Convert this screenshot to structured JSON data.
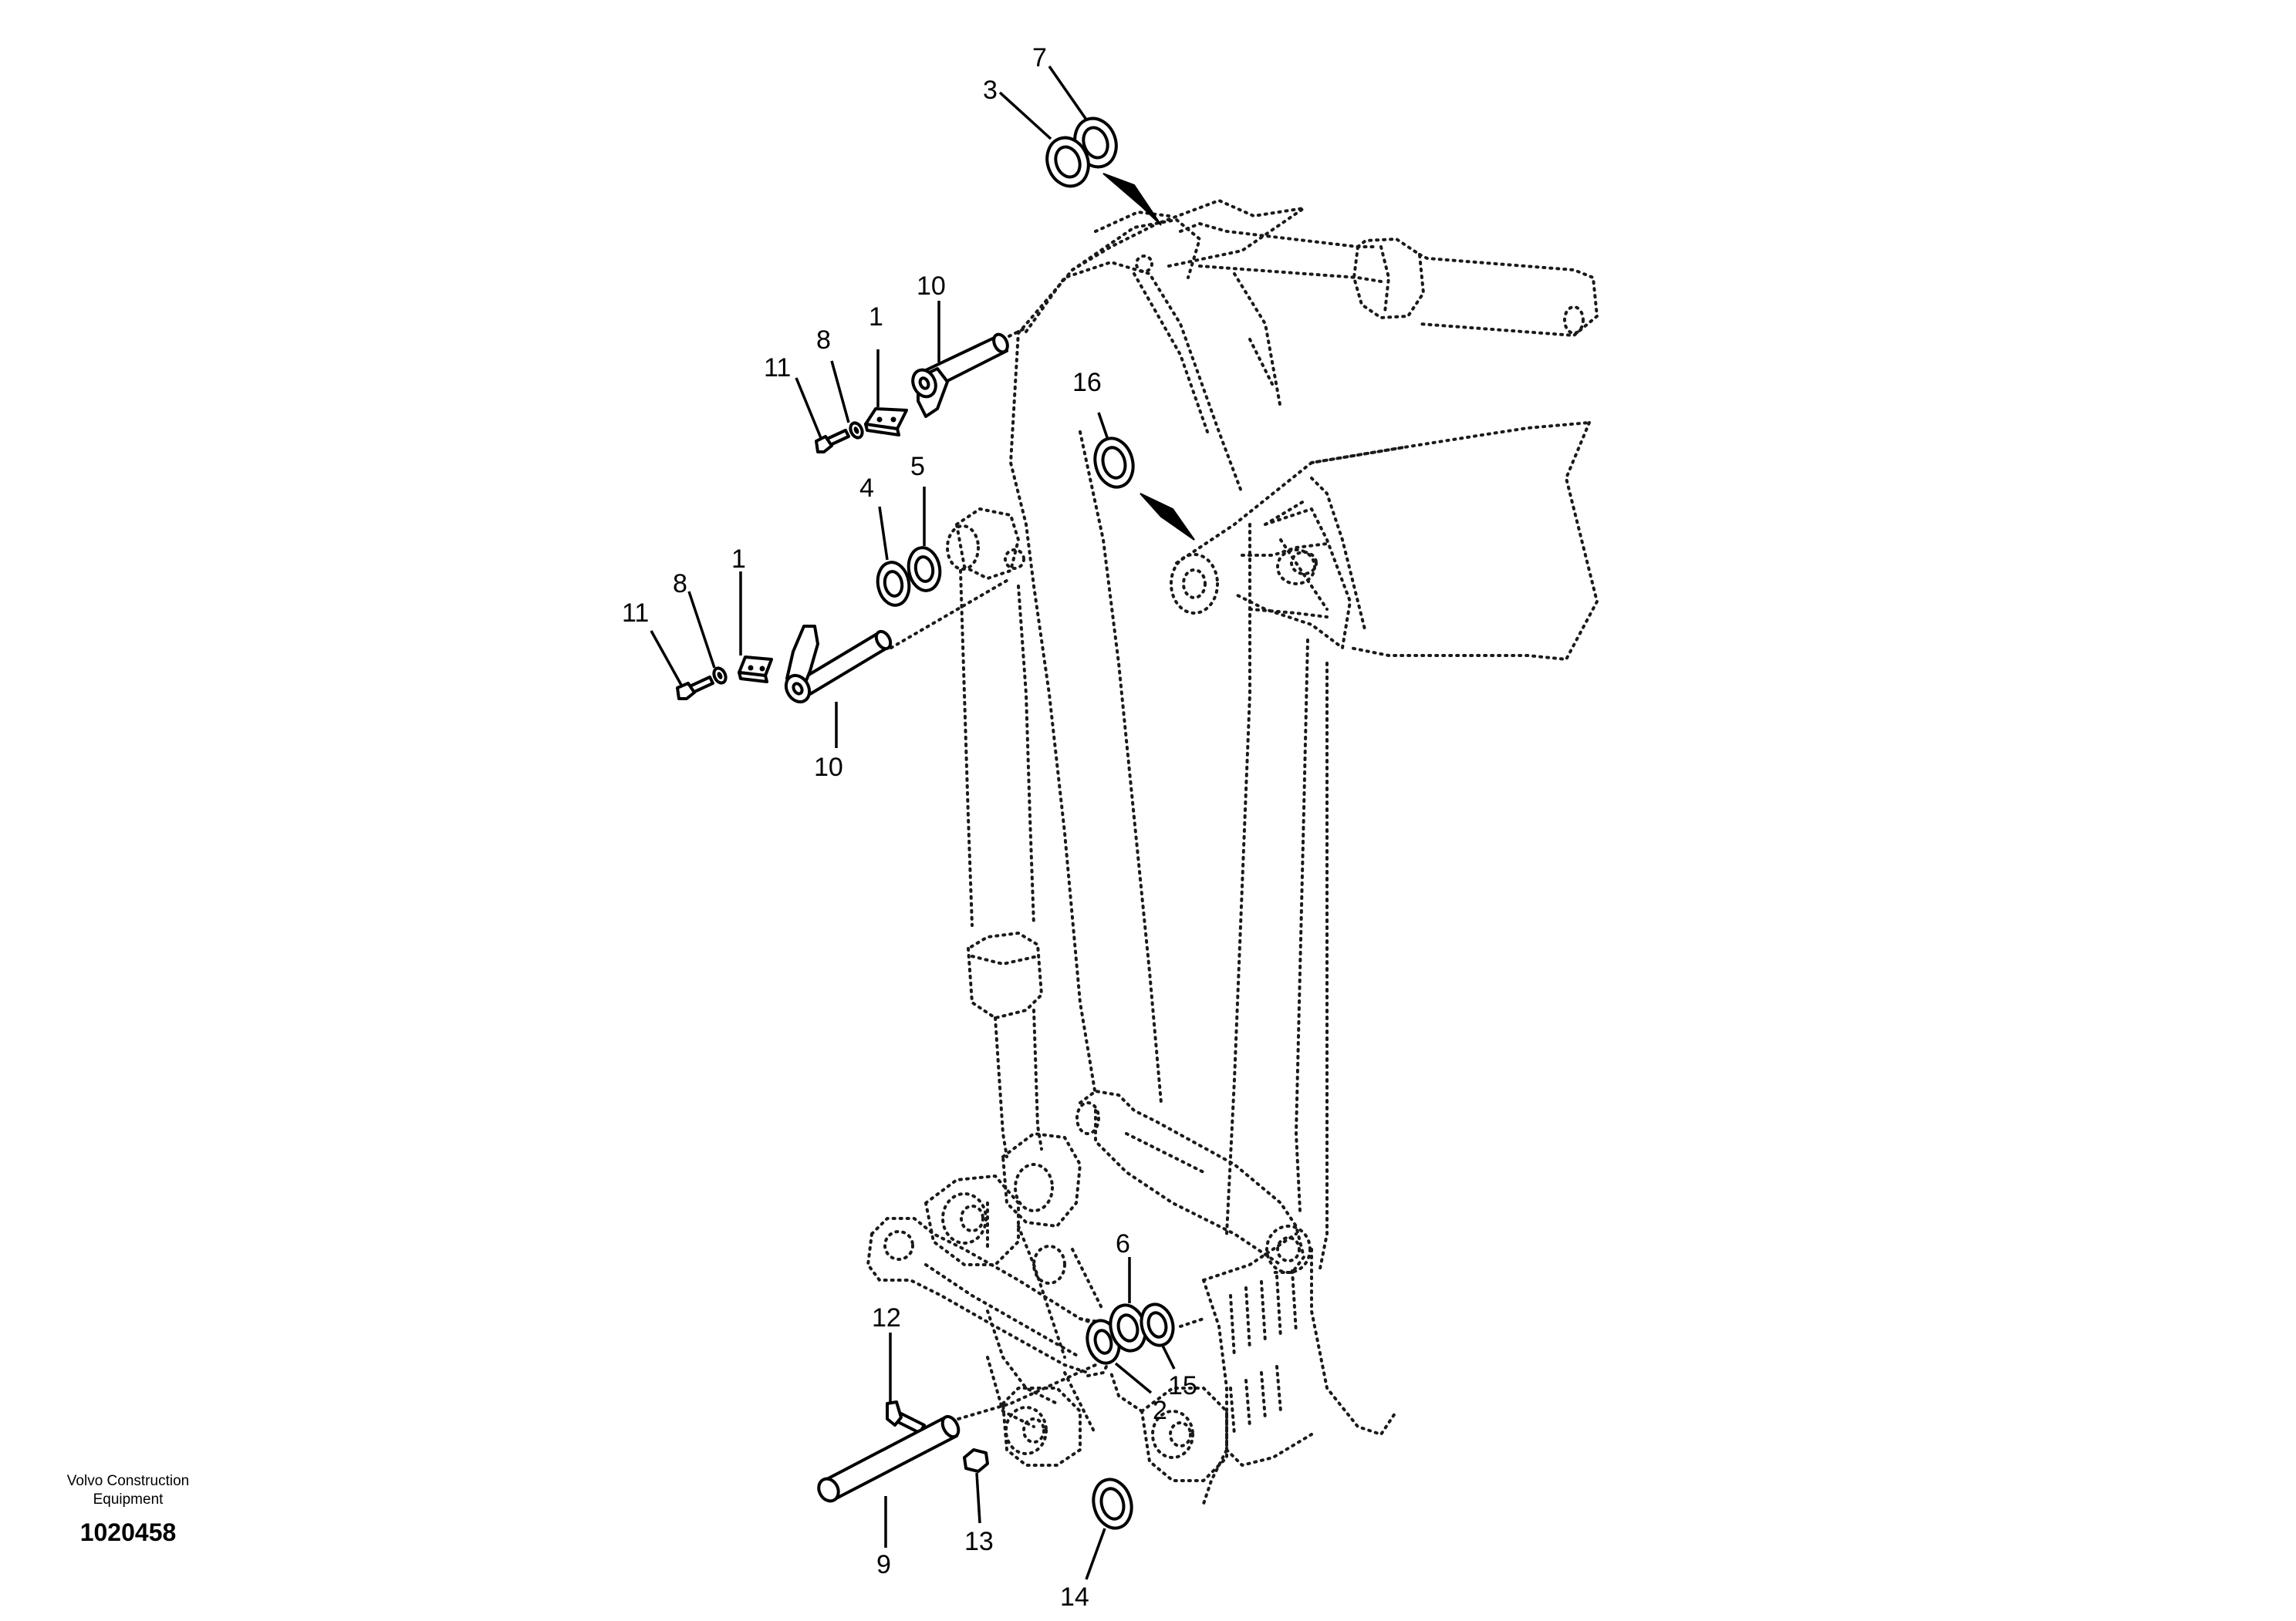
{
  "footer": {
    "company_line1": "Volvo Construction",
    "company_line2": "Equipment",
    "drawing_number": "1020458"
  },
  "callouts": {
    "c1_top": "1",
    "c1_mid": "1",
    "c2": "2",
    "c3": "3",
    "c4": "4",
    "c5": "5",
    "c6": "6",
    "c7": "7",
    "c8_top": "8",
    "c8_mid": "8",
    "c9": "9",
    "c10_top": "10",
    "c10_mid": "10",
    "c11_top": "11",
    "c11_mid": "11",
    "c12": "12",
    "c13": "13",
    "c14": "14",
    "c15": "15",
    "c16": "16"
  }
}
